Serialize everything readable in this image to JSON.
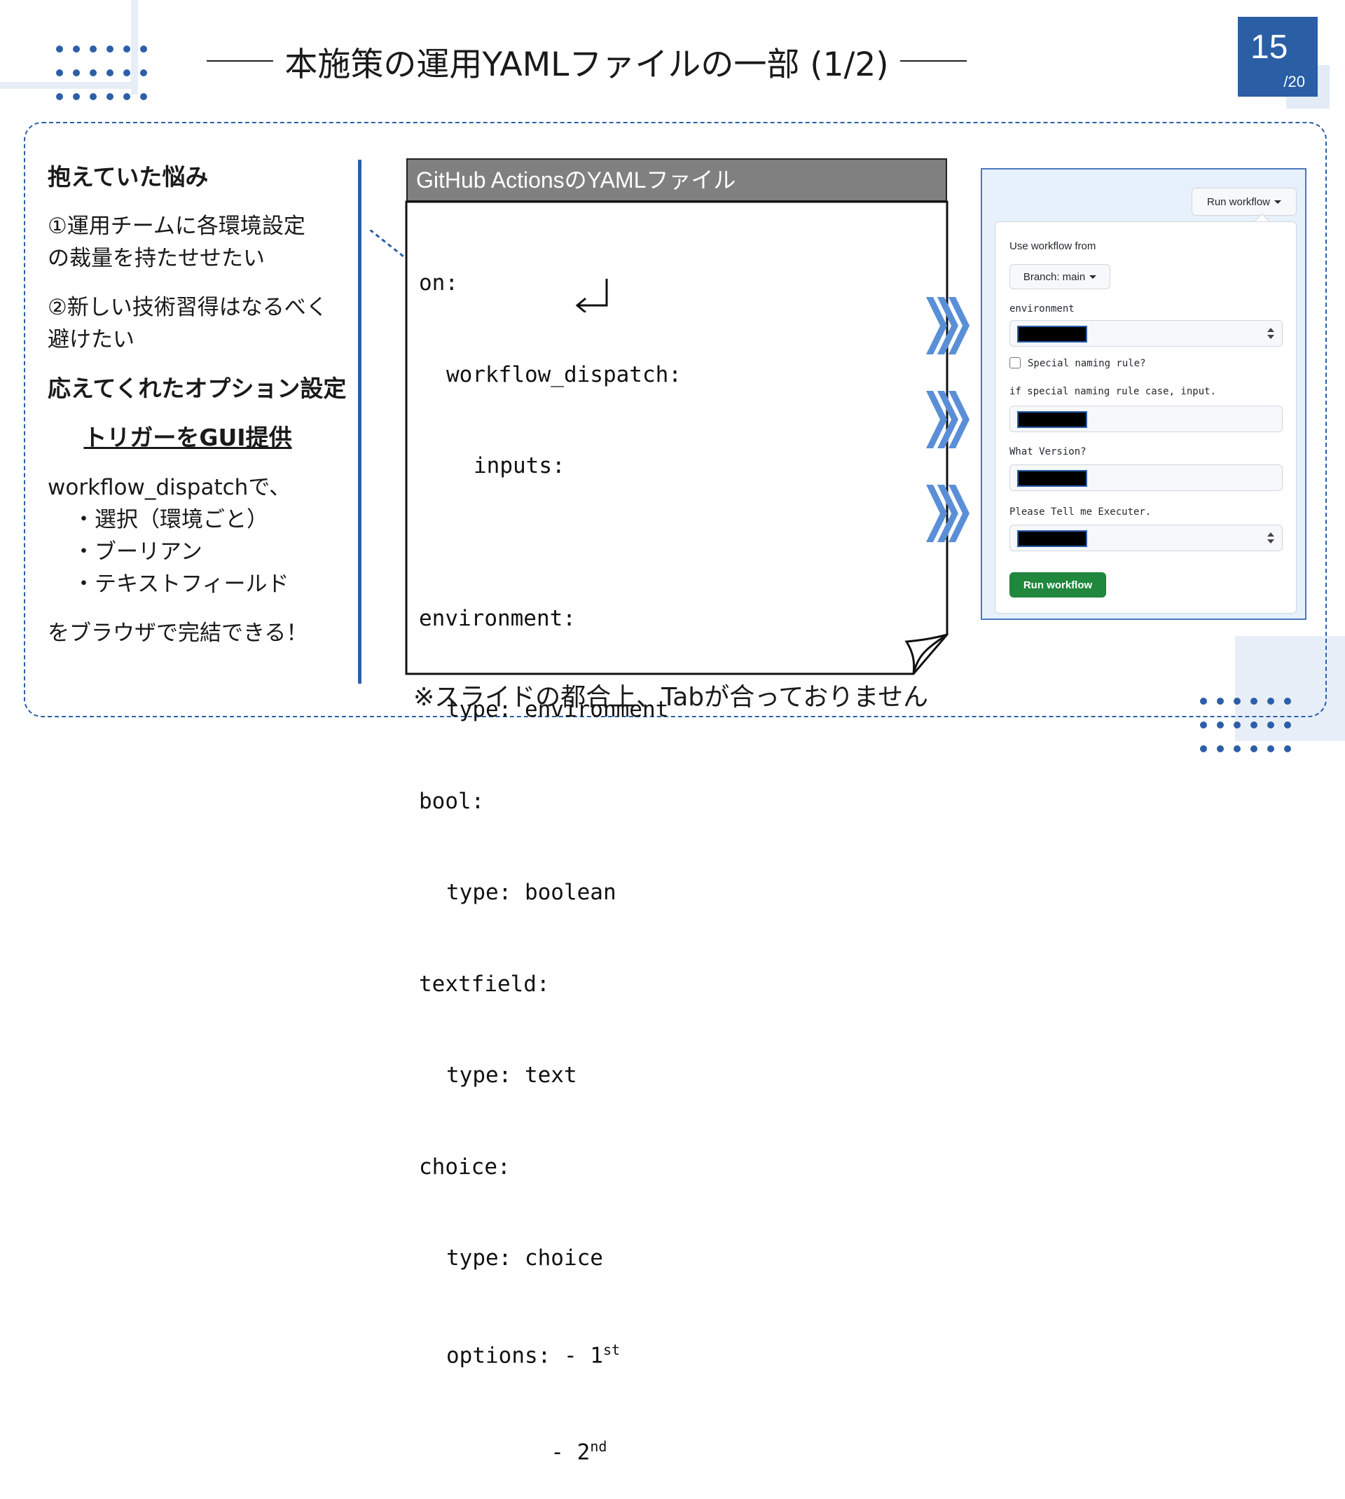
{
  "slide": {
    "title": "本施策の運用YAMLファイルの一部 (1/2)",
    "page_number": "15",
    "page_total": "/20"
  },
  "left": {
    "heading_worries": "抱えていた悩み",
    "worry1_line1": "①運用チームに各環境設定",
    "worry1_line2": "の裁量を持たせせたい",
    "worry2_line1": "②新しい技術習得はなるべく",
    "worry2_line2": "避けたい",
    "heading_options": "応えてくれたオプション設定",
    "trigger": "トリガーをGUI提供",
    "dispatch_intro": "workflow_dispatchで、",
    "bullets": [
      "・選択（環境ごと）",
      "・ブーリアン",
      "・テキストフィールド"
    ],
    "conclusion": "をブラウザで完結できる！"
  },
  "yaml": {
    "header": "GitHub ActionsのYAMLファイル",
    "lines": [
      {
        "indent": 0,
        "text": "on:"
      },
      {
        "indent": 1,
        "text": "workflow_dispatch:"
      },
      {
        "indent": 2,
        "text": "inputs:"
      },
      {
        "indent": 0,
        "text": ""
      },
      {
        "indent": 0,
        "text": "environment:"
      },
      {
        "indent": 1,
        "text": "type: environment"
      },
      {
        "indent": 0,
        "text": "bool:"
      },
      {
        "indent": 1,
        "text": "type: boolean"
      },
      {
        "indent": 0,
        "text": "textfield:"
      },
      {
        "indent": 1,
        "text": "type: text"
      },
      {
        "indent": 0,
        "text": "choice:"
      },
      {
        "indent": 1,
        "text": "type: choice"
      }
    ],
    "options_prefix": "options: - 1",
    "options_sup1": "st",
    "options_line2": "        - 2",
    "options_sup2": "nd",
    "note": "※スライドの都合上、Tabが合っておりません"
  },
  "github": {
    "top_button": "Run workflow",
    "use_from": "Use workflow from",
    "branch": "Branch: main",
    "environment_label": "environment",
    "checkbox_label": "Special naming rule?",
    "special_label": "if special naming rule case, input.",
    "version_label": "What Version?",
    "executer_label": "Please Tell me Executer.",
    "run_button": "Run workflow",
    "accent": "#1f883d"
  },
  "colors": {
    "brand_blue": "#2c5fa8",
    "chevron_blue": "#5a8fd8"
  }
}
